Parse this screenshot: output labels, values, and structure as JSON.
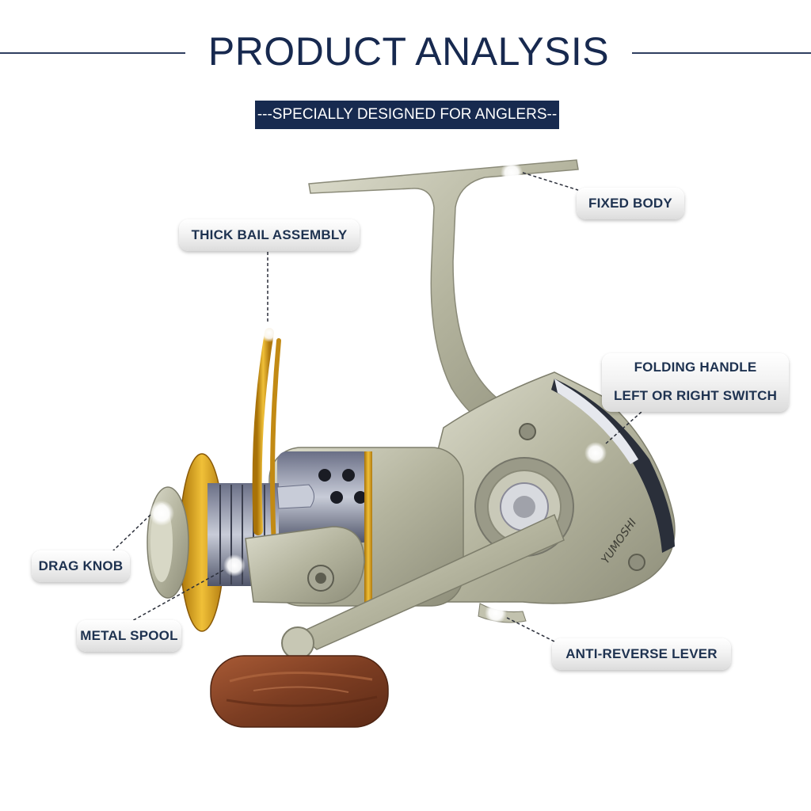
{
  "header": {
    "title": "PRODUCT ANALYSIS",
    "subtitle": "---SPECIALLY DESIGNED FOR ANGLERS---"
  },
  "callouts": {
    "fixed_body": "FIXED BODY",
    "thick_bail_assembly": "THICK BAIL ASSEMBLY",
    "folding_handle_line1": "FOLDING HANDLE",
    "folding_handle_line2": "LEFT OR RIGHT SWITCH",
    "drag_knob": "DRAG KNOB",
    "metal_spool": "METAL SPOOL",
    "anti_reverse_lever": "ANTI-REVERSE LEVER"
  },
  "reel": {
    "brand_text": "YUMOSHI"
  },
  "colors": {
    "title": "#17294f",
    "subtitle_bg": "#172a4f",
    "label_text": "#1e3250",
    "reel_body": "#b8b8a4",
    "spool_gold": "#d9a520",
    "handle_wood": "#8b4a2b"
  }
}
